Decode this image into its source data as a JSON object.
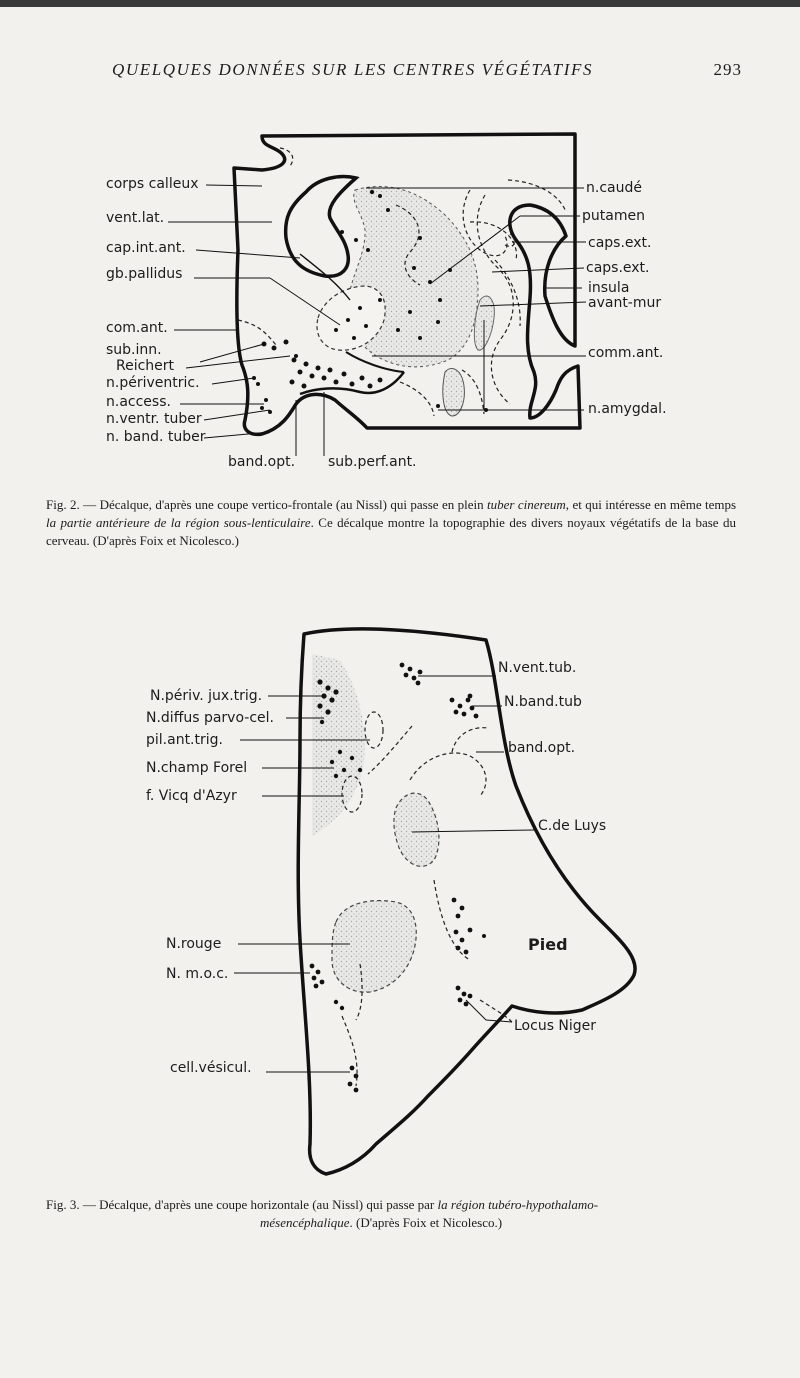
{
  "header": {
    "running_title": "QUELQUES DONNÉES SUR LES CENTRES VÉGÉTATIFS",
    "page_number": "293"
  },
  "figure2": {
    "labels_left": [
      "corps calleux",
      "vent.lat.",
      "cap.int.ant.",
      "gb.pallidus",
      "com.ant.",
      "sub.inn.",
      "Reichert",
      "n.périventric.",
      "n.access.",
      "n.ventr. tuber",
      "n. band. tuber"
    ],
    "labels_right": [
      "n.caudé",
      "putamen",
      "caps.ext.",
      "caps.ext.",
      "insula",
      "avant-mur",
      "comm.ant.",
      "n.amygdal."
    ],
    "labels_bottom": [
      "band.opt.",
      "sub.perf.ant."
    ],
    "caption": {
      "label": "Fig. 2.",
      "dash": "—",
      "part1": "Décalque, d'après une coupe vertico-frontale (au Nissl) qui passe en plein",
      "italic1": "tuber cinereum",
      "part2": ", et qui intéresse en même temps",
      "italic2": "la partie antérieure de la région sous-lenticulaire",
      "part3": ". Ce décalque montre la topographie des divers noyaux végétatifs de la base du cerveau. (D'après Foix et Nicolesco.)"
    }
  },
  "figure3": {
    "labels_left": [
      "N.périv. jux.trig.",
      "N.diffus parvo-cel.",
      "pil.ant.trig.",
      "N.champ Forel",
      "f. Vicq d'Azyr",
      "N.rouge",
      "N. m.o.c.",
      "cell.vésicul."
    ],
    "labels_right": [
      "N.vent.tub.",
      "N.band.tub",
      "band.opt.",
      "C.de Luys",
      "Locus Niger"
    ],
    "label_center": "Pied",
    "caption": {
      "label": "Fig. 3.",
      "dash": "—",
      "part1": "Décalque, d'après une coupe horizontale (au Nissl) qui passe par",
      "italic1": "la région tubéro-hypothalamo-",
      "italic2": "mésencéphalique",
      "part2": ". (D'après Foix et Nicolesco.)"
    }
  }
}
